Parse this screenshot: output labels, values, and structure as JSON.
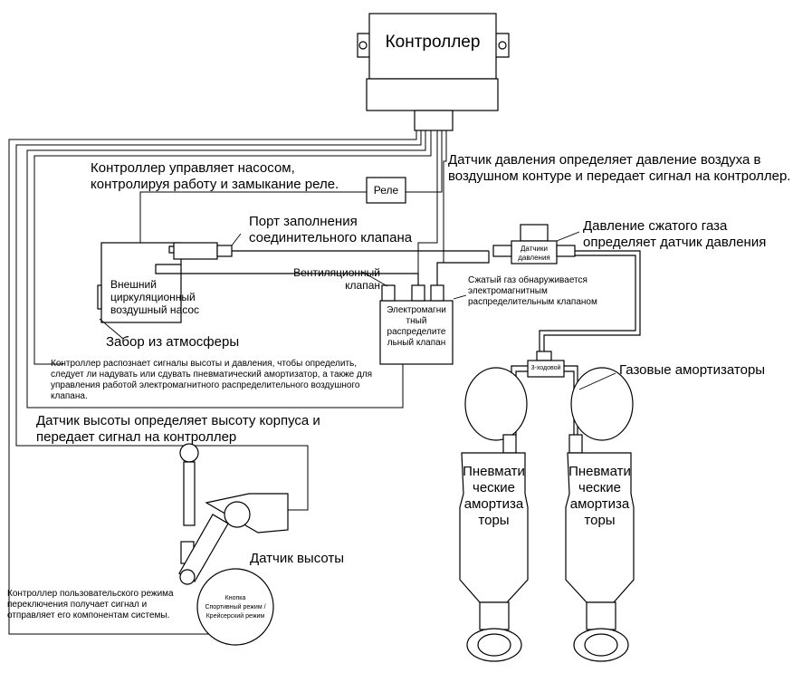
{
  "labels": {
    "controller": "Контроллер",
    "relay": "Реле",
    "pressure_sensor_desc": "Датчик давления определяет давление воздуха в\nвоздушном контуре и передает сигнал на контроллер.",
    "pump_control": "Контроллер управляет насосом,\nконтролируя работу и замыкание реле.",
    "fill_port": "Порт заполнения\nсоединительного клапана",
    "pressure_sensor_box": "Датчики\nдавления",
    "compressed_gas_pressure": "Давление сжатого газа\nопределяет датчик давления",
    "vent_valve": "Вентиляционный\nклапан",
    "gas_detected": "Сжатый газ обнаруживается\nэлектромагнитным\nраспределительным клапаном",
    "pump": "Внешний\nциркуляционный\nвоздушный насос",
    "solenoid_valve": "Электромагни\nтный\nраспределите\nльный клапан",
    "air_intake": "Забор из атмосферы",
    "controller_logic": "Контроллер распознает сигналы высоты и давления, чтобы определить,\nследует ли надувать или сдувать пневматический амортизатор, а также для\nуправления работой электромагнитного распределительного воздушного\nклапана.",
    "three_way": "3-ходовой",
    "gas_shocks": "Газовые амортизаторы",
    "height_sensor_desc": "Датчик высоты определяет высоту корпуса и\nпередает сигнал на контроллер",
    "shock_left": "Пневмати\nческие\nамортиза\nторы",
    "shock_right": "Пневмати\nческие\nамортиза\nторы",
    "height_sensor": "Датчик высоты",
    "mode_controller": "Контроллер пользовательского режима\nпереключения получает сигнал и\nотправляет его компонентам системы.",
    "mode_button": "Кнопка\nСпортивный режим /\nКрейсерский режим"
  }
}
